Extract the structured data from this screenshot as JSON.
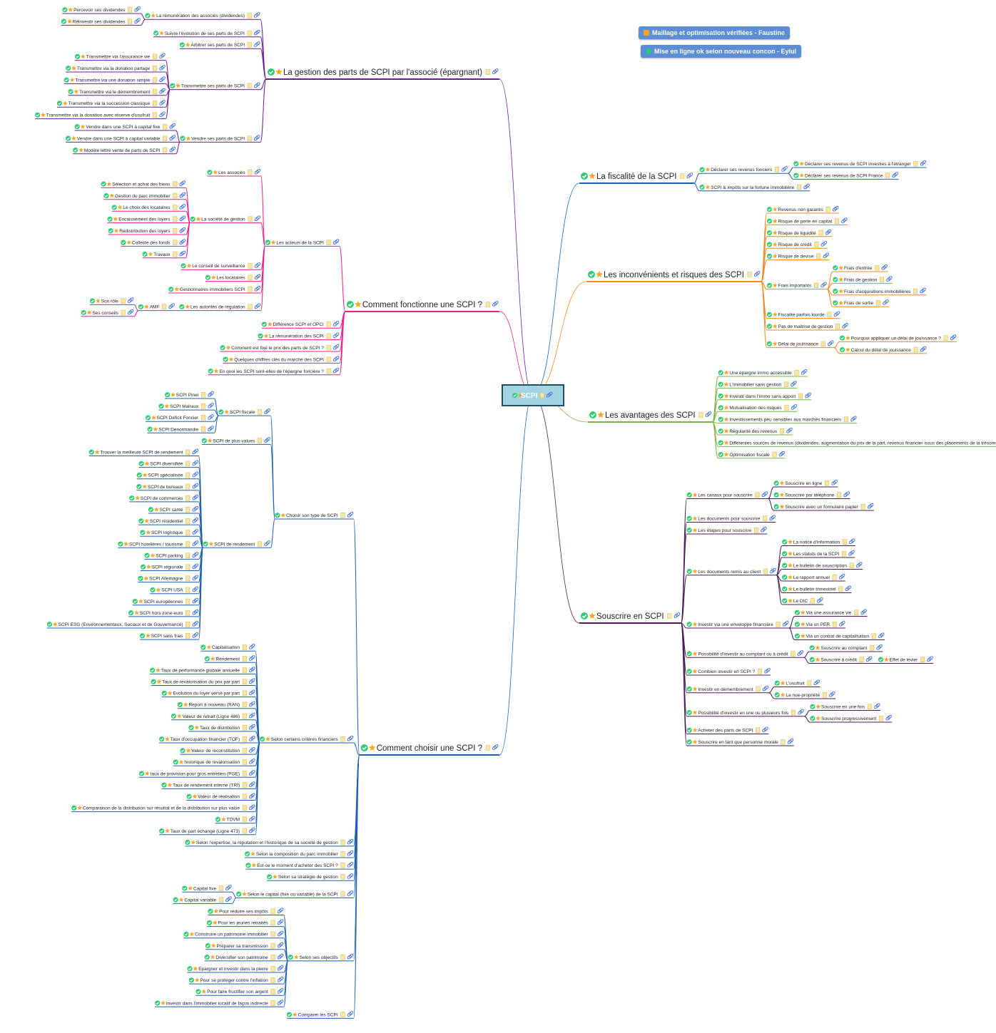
{
  "central": {
    "label": "SCPI"
  },
  "legend": [
    {
      "label": "Maillage et optimisation vérifiées - Faustine",
      "icon": "star-icon",
      "color": "#f5a623"
    },
    {
      "label": "Mise en ligne ok selon nouveau concon - Eylul",
      "icon": "check-circle-icon",
      "color": "#2ecc71"
    }
  ],
  "colors": {
    "purple": "#6a1b9a",
    "pink": "#e91e8c",
    "blue": "#1e5fb4",
    "navy": "#3949ab",
    "cyan": "#26b6d4",
    "orange": "#f5871f",
    "green": "#7cb342",
    "darkpurple": "#4a1d5a"
  },
  "branches": [
    {
      "label": "La gestion des parts de SCPI par l'associé (épargnant)",
      "children": [
        {
          "label": "La rémunération des associés (dividendes)",
          "children": [
            {
              "label": "Percevoir ses dividendes"
            },
            {
              "label": "Réinvestir ses dividendes"
            }
          ]
        },
        {
          "label": "Suivre l'évolution de ses parts de SCPI"
        },
        {
          "label": "Arbitrer ses parts de SCPI"
        },
        {
          "label": "Transmettre ses parts de SCPI",
          "children": [
            {
              "label": "Transmettre via l'assurance vie"
            },
            {
              "label": "Transmettre via la donation partage"
            },
            {
              "label": "Transmettre via une donation simple"
            },
            {
              "label": "Transmettre via le démembrement"
            },
            {
              "label": "Transmettre via la succession classique"
            },
            {
              "label": "Transmettre via la donation avec réserve d'usufruit"
            }
          ]
        },
        {
          "label": "Vendre ses parts de SCPI",
          "children": [
            {
              "label": "Vendre dans une SCPI à capital fixe"
            },
            {
              "label": "Vendre dans une SCPI à capital variable"
            },
            {
              "label": "Modèle lettre vente de parts de SCPI"
            }
          ]
        }
      ]
    },
    {
      "label": "Comment fonctionne une SCPI ?",
      "children": [
        {
          "label": "Les acteurs de la SCPI",
          "children": [
            {
              "label": "Les associés"
            },
            {
              "label": "La société de gestion",
              "children": [
                {
                  "label": "Sélection et achat des biens"
                },
                {
                  "label": "Gestion du parc immobilier"
                },
                {
                  "label": "Le choix des locataires"
                },
                {
                  "label": "Encaissement des loyers"
                },
                {
                  "label": "Redistribution des loyers"
                },
                {
                  "label": "Collecte des fonds"
                },
                {
                  "label": "Travaux"
                }
              ]
            },
            {
              "label": "Le conseil de surveillance"
            },
            {
              "label": "Les locataires"
            },
            {
              "label": "Gestionnaires immobiliers SCPI"
            },
            {
              "label": "Les autorités de régulation",
              "children": [
                {
                  "label": "AMF",
                  "children": [
                    {
                      "label": "Son rôle"
                    },
                    {
                      "label": "Ses conseils"
                    }
                  ]
                }
              ]
            }
          ]
        },
        {
          "label": "Différence SCPI et OPCI"
        },
        {
          "label": "La rémunération des SCPI"
        },
        {
          "label": "Comment est fixé le prix des parts de SCPI ?"
        },
        {
          "label": "Quelques chiffres clés du marché des SCPI"
        },
        {
          "label": "En quoi les SCPI sont-elles de l'épargne foncière ?"
        }
      ]
    },
    {
      "label": "Comment choisir une SCPI ?",
      "children": [
        {
          "label": "Choisir son type de SCPI",
          "children": [
            {
              "label": "SCPI fiscale",
              "children": [
                {
                  "label": "SCPI Pinel"
                },
                {
                  "label": "SCPI Malraux"
                },
                {
                  "label": "SCPI Déficit Foncier"
                },
                {
                  "label": "SCPI Denormandie"
                }
              ]
            },
            {
              "label": "SCPI de plus-values"
            },
            {
              "label": "SCPI de rendement",
              "children": [
                {
                  "label": "Trouver la meilleure SCPI de rendement"
                },
                {
                  "label": "SCPI diversifiée"
                },
                {
                  "label": "SCPI spécialisée"
                },
                {
                  "label": "SCPI de bureaux"
                },
                {
                  "label": "SCPI de commerces"
                },
                {
                  "label": "SCPI santé"
                },
                {
                  "label": "SCPI résidentiel"
                },
                {
                  "label": "SCPI logistique"
                },
                {
                  "label": "SCPI hotelières / tourisme"
                },
                {
                  "label": "SCPI parking"
                },
                {
                  "label": "SCPI régionale"
                },
                {
                  "label": "SCPI Allemagne"
                },
                {
                  "label": "SCPI USA"
                },
                {
                  "label": "SCPI européennes"
                },
                {
                  "label": "SCPI hors zone-euro"
                },
                {
                  "label": "SCPI ESG (Environnementaux, Sociaux et de Gouvernance)"
                },
                {
                  "label": "SCPI sans frais"
                }
              ]
            }
          ]
        },
        {
          "label": "Selon certains critères financiers",
          "children": [
            {
              "label": "Capitalisation"
            },
            {
              "label": "Rendement"
            },
            {
              "label": "Taux de performance globale annuelle"
            },
            {
              "label": "Taux de revalorisation du prix par part"
            },
            {
              "label": "Evolution du loyer versé par part"
            },
            {
              "label": "Report à nouveau (RAN)"
            },
            {
              "label": "Valeur de retrait (Ligne 486)"
            },
            {
              "label": "Taux de distribution"
            },
            {
              "label": "Taux d'occupation financier (TOF)"
            },
            {
              "label": "Valeur de reconstitution"
            },
            {
              "label": "historique de revalorisation"
            },
            {
              "label": "taux de provision pour gros entretien (PGE)"
            },
            {
              "label": "Taux de rendement interne (TRI)"
            },
            {
              "label": "Valeur de réalisation"
            },
            {
              "label": "Comparaison de la distribution sur résultat et de la distribution sur plus value"
            },
            {
              "label": "TDVM"
            },
            {
              "label": "Taux de part échangé (Ligne 473)"
            }
          ]
        },
        {
          "label": "Selon l'expertise, la réputation et l'historique de sa société de gestion"
        },
        {
          "label": "Selon la composition du parc immobilier"
        },
        {
          "label": "Est-ce le moment d'acheter des SCPI ?"
        },
        {
          "label": "Selon sa stratégie de gestion"
        },
        {
          "label": "Selon le capital (fixe ou variable) de la SCPI",
          "children": [
            {
              "label": "Capital fixe"
            },
            {
              "label": "Capital variable"
            }
          ]
        },
        {
          "label": "Selon ses objectifs",
          "children": [
            {
              "label": "Pour réduire ses impôts"
            },
            {
              "label": "Pour les jeunes retraités"
            },
            {
              "label": "Construire un patrimoine immobilier"
            },
            {
              "label": "Préparer sa transmission"
            },
            {
              "label": "Diversifier son patrimoine"
            },
            {
              "label": "Epargner et investir dans la pierre"
            },
            {
              "label": "Pour se protéger contre l'inflation"
            },
            {
              "label": "Pour faire fructifier son argent"
            },
            {
              "label": "Investir dans l'immobilier locatif de façon indirecte"
            }
          ]
        },
        {
          "label": "Comparer les SCPI"
        }
      ]
    },
    {
      "label": "La fiscalité de la SCPI",
      "children": [
        {
          "label": "Déclarer ses revenus fonciers",
          "children": [
            {
              "label": "Déclarer ses revenus de SCPI investies à l'étranger"
            },
            {
              "label": "Déclarer ses revenus de SCPI France"
            }
          ]
        },
        {
          "label": "SCPI & impôts sur la fortune immobilière"
        }
      ]
    },
    {
      "label": "Les inconvénients et risques des SCPI",
      "children": [
        {
          "label": "Revenus non garantis"
        },
        {
          "label": "Risque de perte en capital"
        },
        {
          "label": "Risque de liquidité"
        },
        {
          "label": "Risque de crédit"
        },
        {
          "label": "Risque de devise"
        },
        {
          "label": "Frais importants",
          "children": [
            {
              "label": "Frais d'entrée"
            },
            {
              "label": "Frais de gestion"
            },
            {
              "label": "Frais d'acquisitions immobilières"
            },
            {
              "label": "Frais de sortie"
            }
          ]
        },
        {
          "label": "Fiscalité parfois lourde"
        },
        {
          "label": "Pas de maitrise de gestion"
        },
        {
          "label": "Délai de jouissance",
          "children": [
            {
              "label": "Pourquoi appliquer un délai de jouissance ?"
            },
            {
              "label": "Calcul du délai de jouissance"
            }
          ]
        }
      ]
    },
    {
      "label": "Les avantages des SCPI",
      "children": [
        {
          "label": "Une épargne immo accessible"
        },
        {
          "label": "L'immobilier sans gestion"
        },
        {
          "label": "Investir dans l'immo sans apport"
        },
        {
          "label": "Mutualisation des risques"
        },
        {
          "label": "Investissements peu sensibles aux marchés financiers"
        },
        {
          "label": "Régularité des revenus"
        },
        {
          "label": "Différentes sources de revenus (dividendes, augmentation du prix de la part, revenus financier issus des placements de la trésorerie...)"
        },
        {
          "label": "Optimisation fiscale"
        }
      ]
    },
    {
      "label": "Souscrire en SCPI",
      "children": [
        {
          "label": "Les canaux pour souscrire",
          "children": [
            {
              "label": "Souscrire en ligne"
            },
            {
              "label": "Souscrire par téléphone"
            },
            {
              "label": "Souscrire avec un formulaire papier"
            }
          ]
        },
        {
          "label": "Les documents pour souscrire"
        },
        {
          "label": "Les étapes pour souscrire"
        },
        {
          "label": "Les documents remis au client",
          "children": [
            {
              "label": "La notice d'information"
            },
            {
              "label": "Les statuts de la SCPI"
            },
            {
              "label": "Le bulletin de souscription"
            },
            {
              "label": "Le rapport annuel"
            },
            {
              "label": "Le bulletin trimestriel"
            },
            {
              "label": "Le DIC"
            }
          ]
        },
        {
          "label": "Investir via une enveloppe financière",
          "children": [
            {
              "label": "Via une assurance vie"
            },
            {
              "label": "Via un PER"
            },
            {
              "label": "Via un contrat de capitalisation"
            }
          ]
        },
        {
          "label": "Possibilité d'investir au comptant ou à crédit",
          "children": [
            {
              "label": "Souscrire au comptant"
            },
            {
              "label": "Souscrire à crédit",
              "children": [
                {
                  "label": "Effet de levier"
                }
              ]
            }
          ]
        },
        {
          "label": "Combien investir en SCPI ?"
        },
        {
          "label": "Investir en démembrement",
          "children": [
            {
              "label": "L'usufruit"
            },
            {
              "label": "La nue-propriété"
            }
          ]
        },
        {
          "label": "Possibilité d'investir en une ou plusieurs fois",
          "children": [
            {
              "label": "Souscrire en une fois"
            },
            {
              "label": "Souscrire progressivement"
            }
          ]
        },
        {
          "label": "Acheter des parts de SCPI"
        },
        {
          "label": "Souscrire en tant que personne morale"
        }
      ]
    }
  ]
}
